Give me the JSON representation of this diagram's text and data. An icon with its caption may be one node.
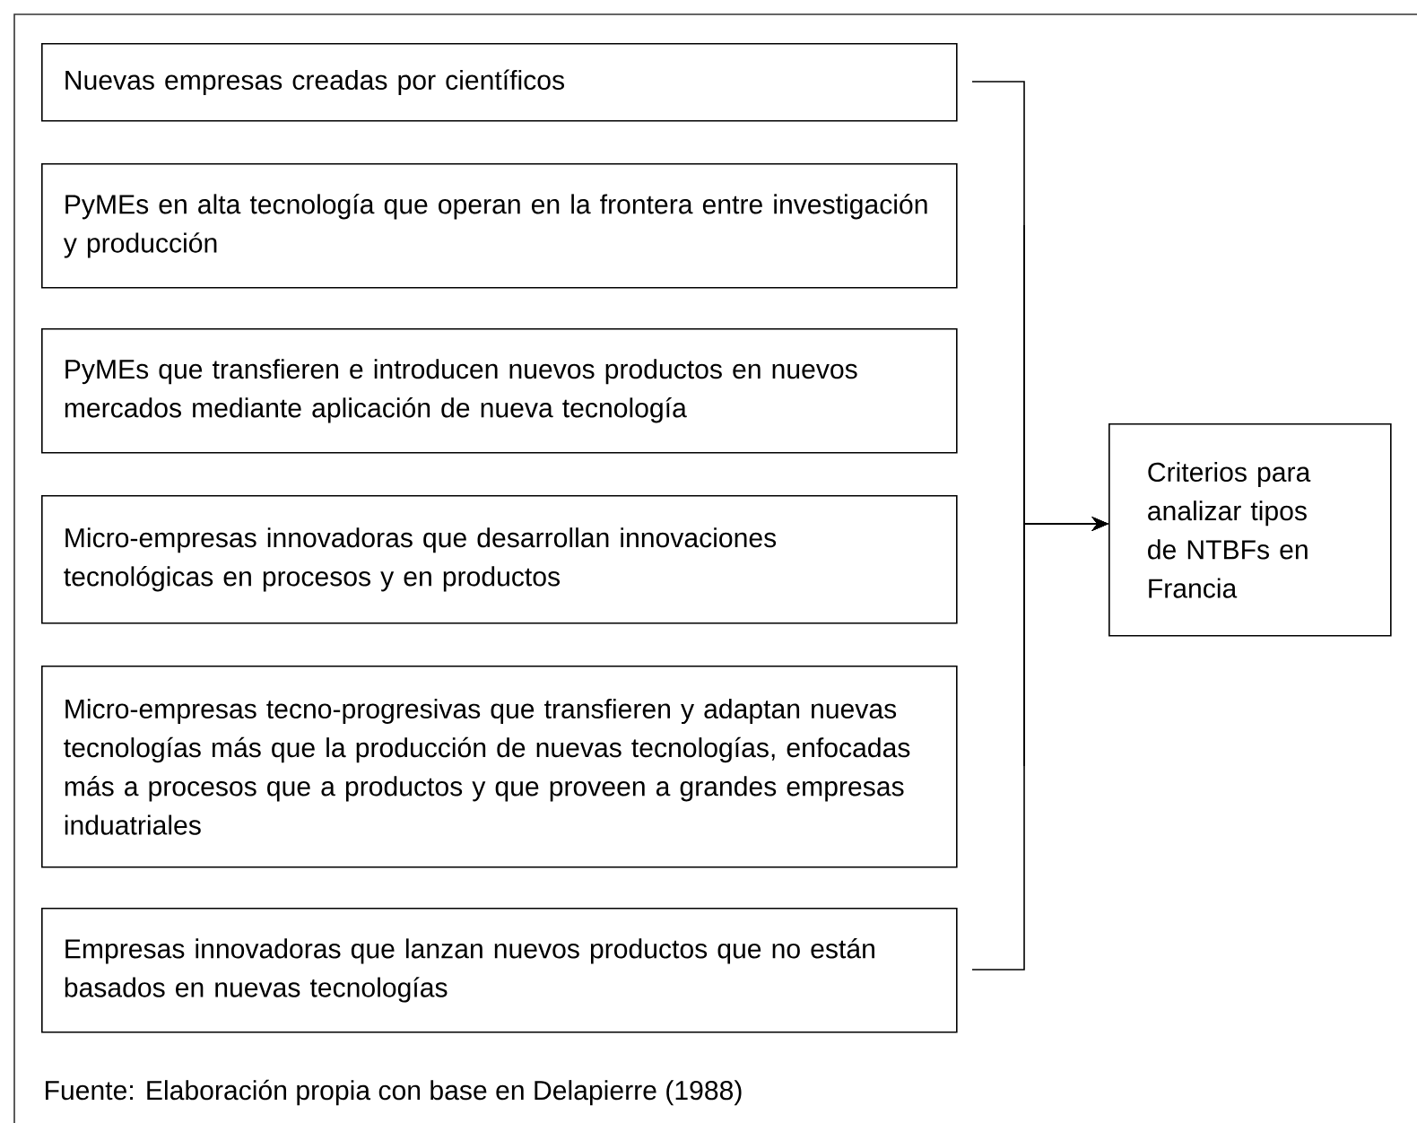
{
  "diagram": {
    "nodes": [
      {
        "text": [
          "Nuevas empresas creadas por científicos"
        ]
      },
      {
        "text": [
          "PyMEs en alta tecnología que operan en  la frontera entre investigación y producción"
        ]
      },
      {
        "text": [
          "PyMEs que transfieren e introducen nuevos productos en nuevos mercados mediante aplicación de nueva tecnología"
        ]
      },
      {
        "text": [
          "Micro-empresas innovadoras que desarrollan innovaciones tecnológicas en procesos y en productos"
        ]
      },
      {
        "text": [
          "Micro-empresas tecno-progresivas que transfieren y adaptan nuevas tecnologías más que la producción de nuevas tecnologías, enfocadas más a procesos que a productos y que proveen a grandes empresas induatriales"
        ]
      },
      {
        "text": [
          "Empresas innovadoras que lanzan nuevos productos que no están basados en nuevas tecnologías"
        ]
      },
      {
        "text": [
          "Criterios para analizar tipos de NTBFs en Francia"
        ]
      }
    ],
    "edges": [
      {
        "from": 0,
        "to": 6,
        "arrow": "to"
      },
      {
        "from": 1,
        "to": 6,
        "arrow": "to"
      },
      {
        "from": 2,
        "to": 6,
        "arrow": "to"
      },
      {
        "from": 3,
        "to": 6,
        "arrow": "to"
      },
      {
        "from": 4,
        "to": 6,
        "arrow": "to"
      },
      {
        "from": 5,
        "to": 6,
        "arrow": "to"
      }
    ],
    "labels": [
      "Fuente: Elaboración propia con base en Delapierre (1988)"
    ]
  }
}
